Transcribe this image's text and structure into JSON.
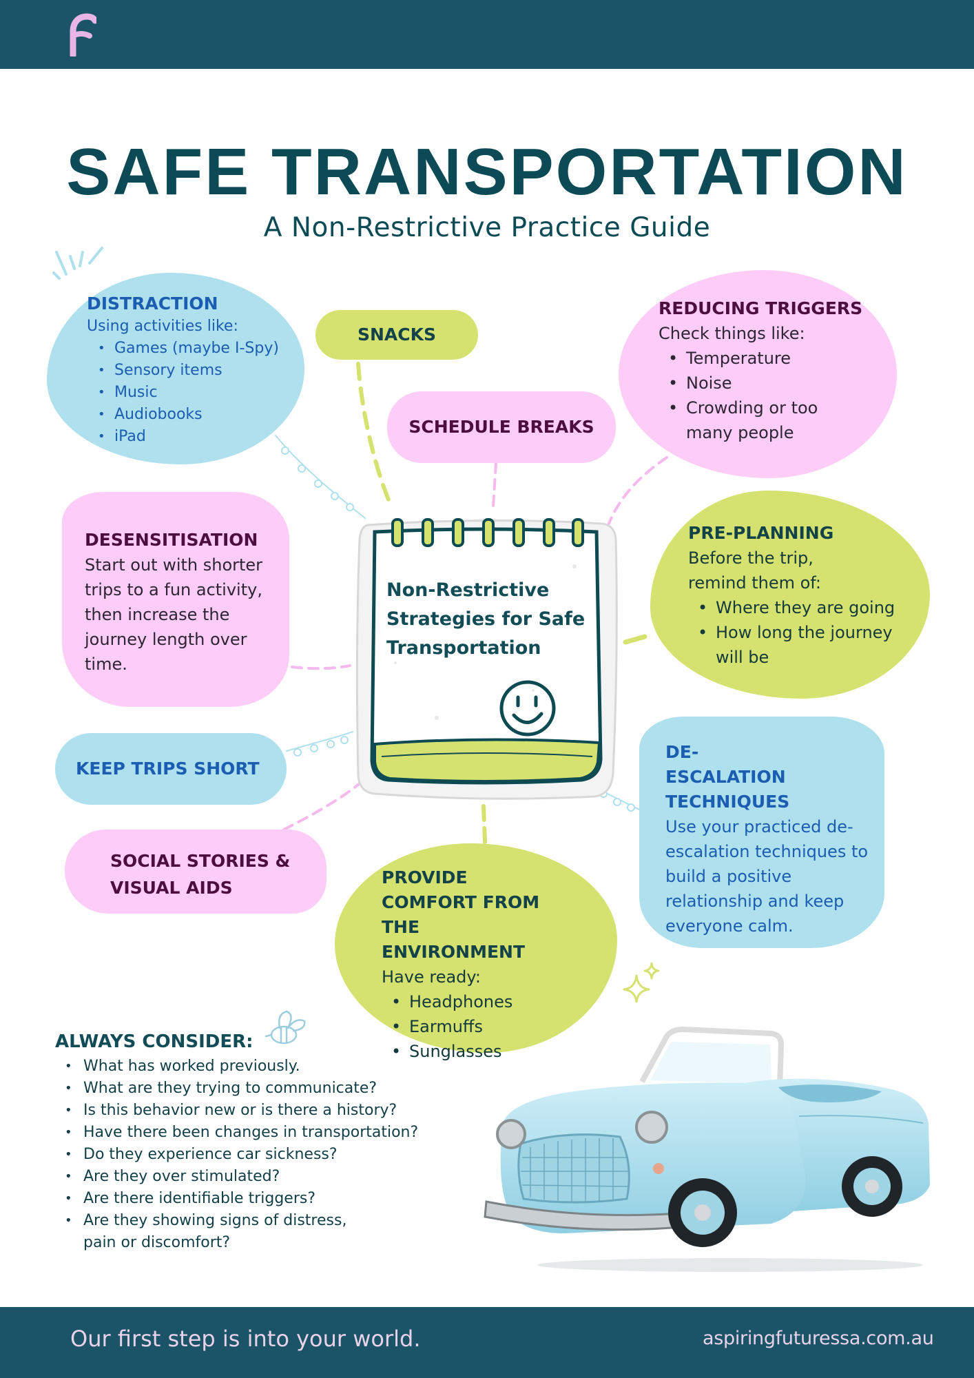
{
  "header": {
    "logo_letter": "F"
  },
  "title": "SAFE TRANSPORTATION",
  "subtitle": "A Non-Restrictive Practice Guide",
  "center": {
    "text": "Non-Restrictive Strategies for Safe Transportation"
  },
  "distraction": {
    "heading": "DISTRACTION",
    "intro": "Using activities like:",
    "items": [
      "Games (maybe I-Spy)",
      "Sensory items",
      "Music",
      "Audiobooks",
      "iPad"
    ]
  },
  "snacks": {
    "heading": "SNACKS"
  },
  "schedule_breaks": {
    "heading": "SCHEDULE BREAKS"
  },
  "reducing_triggers": {
    "heading": "REDUCING TRIGGERS",
    "intro": "Check things like:",
    "items": [
      "Temperature",
      "Noise",
      "Crowding or too many people"
    ]
  },
  "desensitisation": {
    "heading": "DESENSITISATION",
    "body": "Start out with shorter trips to a fun activity, then increase the journey length over time."
  },
  "pre_planning": {
    "heading": "PRE-PLANNING",
    "intro": "Before the trip, remind them of:",
    "items": [
      "Where they are going",
      "How long the journey will be"
    ]
  },
  "keep_trips_short": {
    "heading": "KEEP TRIPS SHORT"
  },
  "de_escalation": {
    "heading": "DE-ESCALATION TECHNIQUES",
    "body": "Use your practiced de-escalation techniques to build a positive relationship and keep everyone calm."
  },
  "social_stories": {
    "heading": "SOCIAL STORIES & VISUAL AIDS"
  },
  "provide_comfort": {
    "heading": "PROVIDE COMFORT FROM THE ENVIRONMENT",
    "intro": "Have ready:",
    "items": [
      "Headphones",
      "Earmuffs",
      "Sunglasses"
    ]
  },
  "always_consider": {
    "heading": "ALWAYS CONSIDER:",
    "items": [
      "What has worked previously.",
      "What are they trying to communicate?",
      "Is this behavior new or is there a history?",
      "Have there been changes in transportation?",
      "Do they experience car sickness?",
      "Are they over stimulated?",
      "Are there identifiable triggers?",
      "Are they showing signs of distress, pain or discomfort?"
    ]
  },
  "footer": {
    "tagline": "Our first step is into your world.",
    "website": "aspiringfuturessa.com.au"
  },
  "colors": {
    "navy": "#1c5467",
    "blue_blob": "#aee0ee",
    "pink_blob": "#fdcdf7",
    "lime_blob": "#d6e26f",
    "title": "#0c4a55"
  },
  "icons": [
    "logo-icon",
    "smiley-icon",
    "bee-icon",
    "sparkle-icon",
    "car-image"
  ]
}
